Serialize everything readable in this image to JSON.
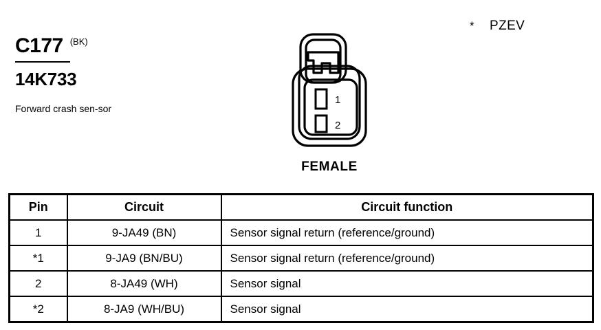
{
  "footnote": {
    "marker": "*",
    "label": "PZEV"
  },
  "connector": {
    "id": "C177",
    "color_code": "(BK)",
    "part_number": "14K733",
    "description": "Forward crash sen-sor",
    "gender": "FEMALE",
    "cavities": [
      {
        "number": "1"
      },
      {
        "number": "2"
      }
    ]
  },
  "pinout": {
    "columns": [
      "Pin",
      "Circuit",
      "Circuit function"
    ],
    "rows": [
      {
        "pin": "1",
        "circuit": "9-JA49 (BN)",
        "function": "Sensor signal return (reference/ground)"
      },
      {
        "pin": "*1",
        "circuit": "9-JA9 (BN/BU)",
        "function": "Sensor signal return (reference/ground)"
      },
      {
        "pin": "2",
        "circuit": "8-JA49 (WH)",
        "function": "Sensor signal"
      },
      {
        "pin": "*2",
        "circuit": "8-JA9 (WH/BU)",
        "function": "Sensor signal"
      }
    ]
  },
  "colors": {
    "ink": "#000000",
    "background": "#ffffff"
  }
}
